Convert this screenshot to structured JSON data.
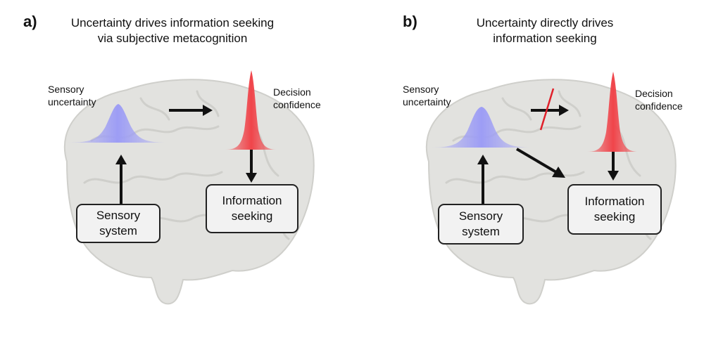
{
  "panels": [
    {
      "letter": "a)",
      "title_line1": "Uncertainty drives information seeking",
      "title_line2": "via subjective metacognition",
      "sensory_label_line1": "Sensory",
      "sensory_label_line2": "uncertainty",
      "decision_label_line1": "Decision",
      "decision_label_line2": "confidence",
      "sensory_box_line1": "Sensory",
      "sensory_box_line2": "system",
      "info_box_line1": "Information",
      "info_box_line2": "seeking"
    },
    {
      "letter": "b)",
      "title_line1": "Uncertainty directly drives",
      "title_line2": "information seeking",
      "sensory_label_line1": "Sensory",
      "sensory_label_line2": "uncertainty",
      "decision_label_line1": "Decision",
      "decision_label_line2": "confidence",
      "sensory_box_line1": "Sensory",
      "sensory_box_line2": "system",
      "info_box_line1": "Information",
      "info_box_line2": "seeking"
    }
  ],
  "colors": {
    "sensory_distribution": "#9d9df5",
    "confidence_distribution": "#f0444a",
    "brain": "#e2e2df",
    "arrow": "#111111",
    "blocked_mark": "#e0202a"
  },
  "icons": [
    "brain-illustration",
    "bell-curve",
    "arrow",
    "blocked-arrow-slash"
  ]
}
